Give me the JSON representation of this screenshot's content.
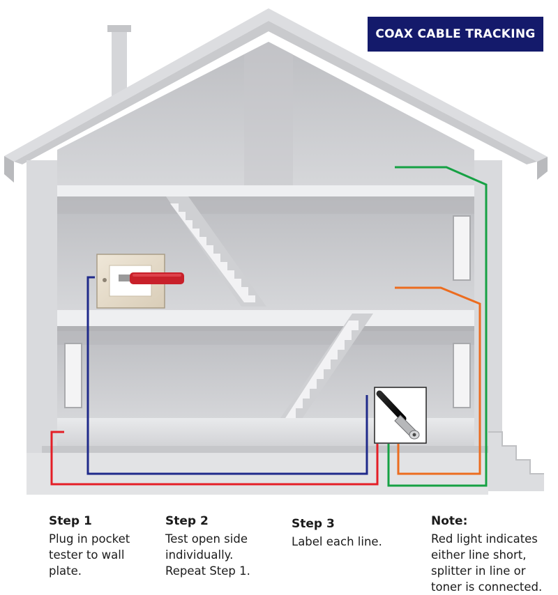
{
  "title": "COAX CABLE TRACKING",
  "colors": {
    "title_bg": "#141a6b",
    "red_line": "#e41e26",
    "blue_line": "#1f2a8a",
    "green_line": "#16a144",
    "orange_line": "#ec6c1f",
    "tester_red": "#c8202a"
  },
  "steps": [
    {
      "heading": "Step 1",
      "text": "Plug in pocket tester to wall plate."
    },
    {
      "heading": "Step 2",
      "text": "Test open side individually. Repeat Step 1."
    },
    {
      "heading": "Step 3",
      "text": "Label each line."
    }
  ],
  "note": {
    "heading": "Note:",
    "text": "Red light indicates either line short, splitter in line or toner is connected."
  },
  "icons": [
    "house-cutaway",
    "wall-plate-icon",
    "pocket-tester-icon",
    "coax-connector-icon",
    "staircase-icon",
    "window-icon"
  ]
}
